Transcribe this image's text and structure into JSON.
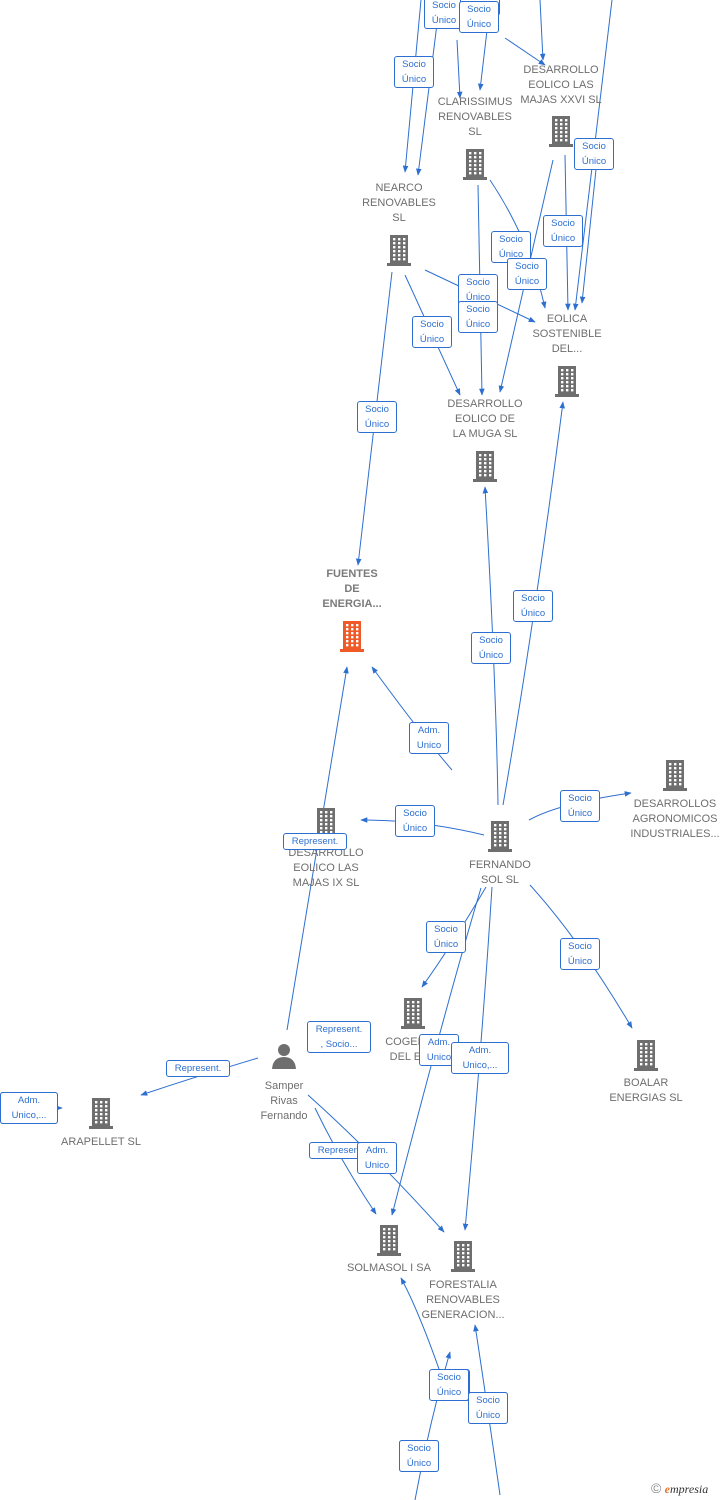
{
  "colors": {
    "edge": "#2d6fd0",
    "building": "#6e6e6e",
    "highlight": "#f05a28",
    "person": "#6e6e6e"
  },
  "nodes": [
    {
      "id": "fuentes",
      "label": "FUENTES\nDE\nENERGIA...",
      "icon": "building-icon",
      "highlight": true
    },
    {
      "id": "nearco",
      "label": "NEARCO\nRENOVABLES\nSL",
      "icon": "building-icon"
    },
    {
      "id": "clarissimus",
      "label": "CLARISSIMUS\nRENOVABLES\nSL",
      "icon": "building-icon"
    },
    {
      "id": "majas26",
      "label": "DESARROLLO\nEOLICO LAS\nMAJAS XXVI  SL",
      "icon": "building-icon"
    },
    {
      "id": "eolica",
      "label": "EOLICA\nSOSTENIBLE\nDEL...",
      "icon": "building-icon"
    },
    {
      "id": "muga",
      "label": "DESARROLLO\nEOLICO DE\nLA MUGA SL",
      "icon": "building-icon"
    },
    {
      "id": "fernando",
      "label": "FERNANDO\nSOL SL",
      "icon": "building-icon"
    },
    {
      "id": "agronomicos",
      "label": "DESARROLLOS\nAGRONOMICOS\nINDUSTRIALES...",
      "icon": "building-icon"
    },
    {
      "id": "majas9",
      "label": "DESARROLLO\nEOLICO LAS\nMAJAS IX  SL",
      "icon": "building-icon"
    },
    {
      "id": "cogener",
      "label": "COGENER\nDEL EBR",
      "icon": "building-icon"
    },
    {
      "id": "boalar",
      "label": "BOALAR\nENERGIAS  SL",
      "icon": "building-icon"
    },
    {
      "id": "samper",
      "label": "Samper\nRivas\nFernando",
      "icon": "person-icon"
    },
    {
      "id": "arapellet",
      "label": "ARAPELLET  SL",
      "icon": "building-icon"
    },
    {
      "id": "solmasol",
      "label": "SOLMASOL I SA",
      "icon": "building-icon"
    },
    {
      "id": "forestalia",
      "label": "FORESTALIA\nRENOVABLES\nGENERACION...",
      "icon": "building-icon"
    }
  ],
  "edge_labels": [
    "Socio\nÚnico",
    "Socio\nÚnico",
    "Socio\nÚnico",
    "Socio\nÚnico",
    "Socio\nÚnico",
    "Socio\nÚnico",
    "Socio\nÚnico",
    "Socio\nÚnico",
    "Socio\nÚnico",
    "Socio\nÚnico",
    "Socio\nÚnico",
    "Socio\nÚnico",
    "Socio\nÚnico",
    "Socio\nÚnico",
    "Socio\nÚnico",
    "Adm.\nUnico",
    "Socio\nÚnico",
    "Socio\nÚnico",
    "Represent.",
    "Adm.\nUnico,...",
    "Socio\nÚnico",
    "Represent.\n, Socio...",
    "Adm.\nUnico",
    "Adm.\nUnico,...",
    "Represent.",
    "Adm.\nUnico,...",
    "Represent.",
    "Adm.\nUnico",
    "Socio\nÚnico",
    "Socio\nÚnico",
    "Socio\nÚnico",
    "Socio\nÚnico",
    "Socio\nÚnico",
    "Socio\nÚnico"
  ],
  "watermark": {
    "copyright": "©",
    "brand_initial": "e",
    "brand_rest": "mpresia"
  }
}
